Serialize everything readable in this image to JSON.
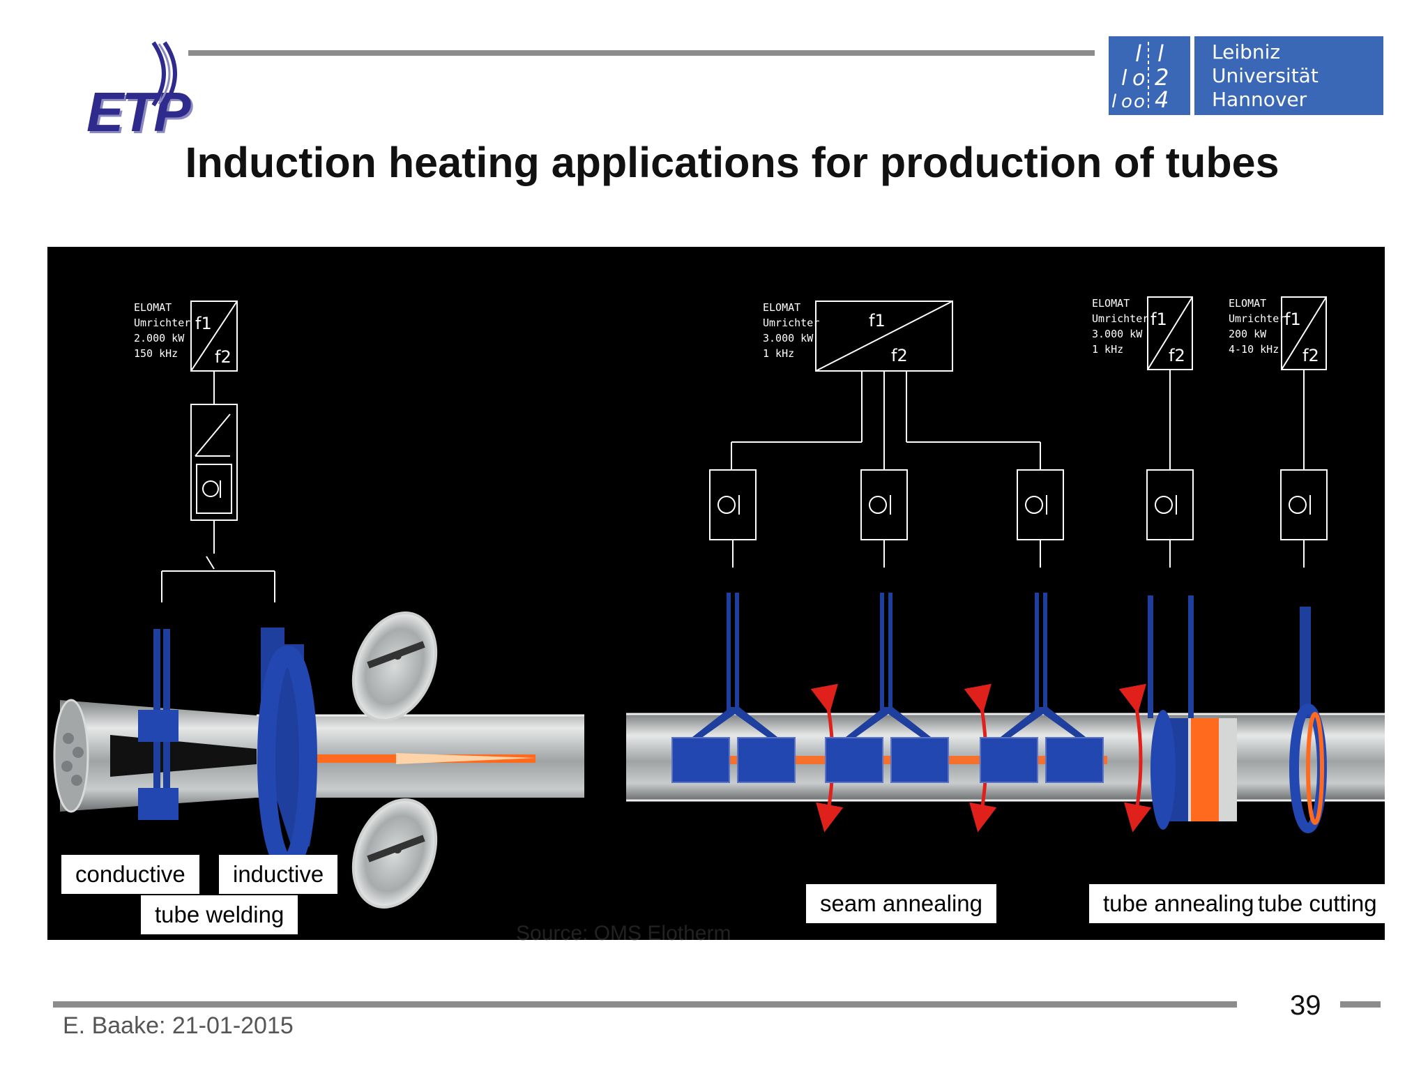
{
  "header": {
    "logo_text": "ETP",
    "university": [
      "Leibniz",
      "Universität",
      "Hannover"
    ],
    "uni_mark": [
      "l",
      "l",
      "l",
      "o",
      "2",
      "l",
      "o",
      "o",
      "4"
    ]
  },
  "title": "Induction heating applications for production of tubes",
  "figure": {
    "inverters": [
      {
        "text": [
          "ELOMAT",
          "Umrichter",
          "2.000 kW",
          "150 kHz"
        ],
        "f1": "f1",
        "f2": "f2"
      },
      {
        "text": [
          "ELOMAT",
          "Umrichter",
          "3.000 kW",
          "1 kHz"
        ],
        "f1": "f1",
        "f2": "f2"
      },
      {
        "text": [
          "ELOMAT",
          "Umrichter",
          "3.000 kW",
          "1 kHz"
        ],
        "f1": "f1",
        "f2": "f2"
      },
      {
        "text": [
          "ELOMAT",
          "Umrichter",
          "200 kW",
          "4-10 kHz"
        ],
        "f1": "f1",
        "f2": "f2"
      }
    ],
    "labels": {
      "conductive": "conductive",
      "inductive": "inductive",
      "tube_welding": "tube welding",
      "seam_annealing": "seam annealing",
      "tube_annealing": "tube annealing",
      "tube_cutting": "tube cutting"
    },
    "source": "Source: OMS Elotherm",
    "colors": {
      "inductor": "#1f3f9e",
      "tube": "#b9bcbd",
      "heat": "#ff6a1f",
      "arrow": "#e0211b"
    }
  },
  "footer": {
    "page_number": "39",
    "author": "E. Baake: 21-01-2015"
  }
}
